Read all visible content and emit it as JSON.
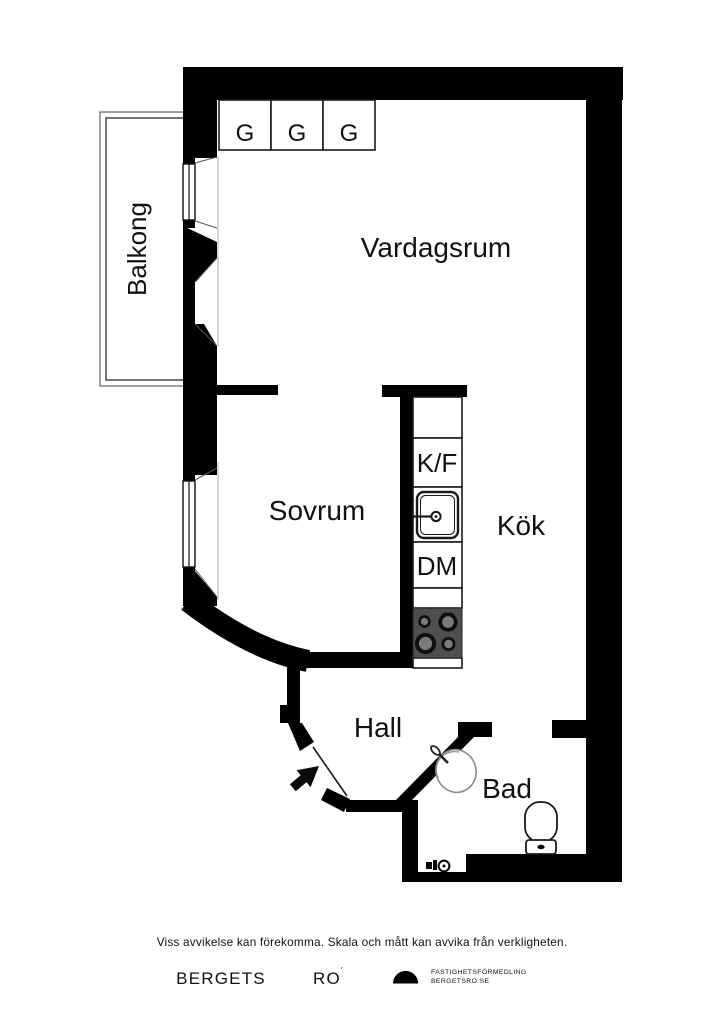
{
  "rooms": {
    "balcony": "Balkong",
    "living_room": "Vardagsrum",
    "bedroom": "Sovrum",
    "kitchen": "Kök",
    "hall": "Hall",
    "bathroom": "Bad"
  },
  "closets": {
    "g1": "G",
    "g2": "G",
    "g3": "G"
  },
  "kitchen_fixtures": {
    "fridge_freezer": "K/F",
    "dishwasher": "DM"
  },
  "footer": {
    "disclaimer": "Viss avvikelse kan förekomma. Skala och mått kan avvika från verkligheten.",
    "brand_left": "BERGETS",
    "brand_right": "RO",
    "brand_mark": "′",
    "agency_line1": "FASTIGHETSFÖRMEDLING",
    "agency_line2": "BERGETSRO.SE"
  },
  "colors": {
    "wall": "#000000",
    "thin_line": "#1a1a1a",
    "stove_plate": "#4e4e4e",
    "burner_ring": "#0f0f0f",
    "burner_center": "#7b7b7b",
    "basin_stroke": "#8a8a8a"
  }
}
